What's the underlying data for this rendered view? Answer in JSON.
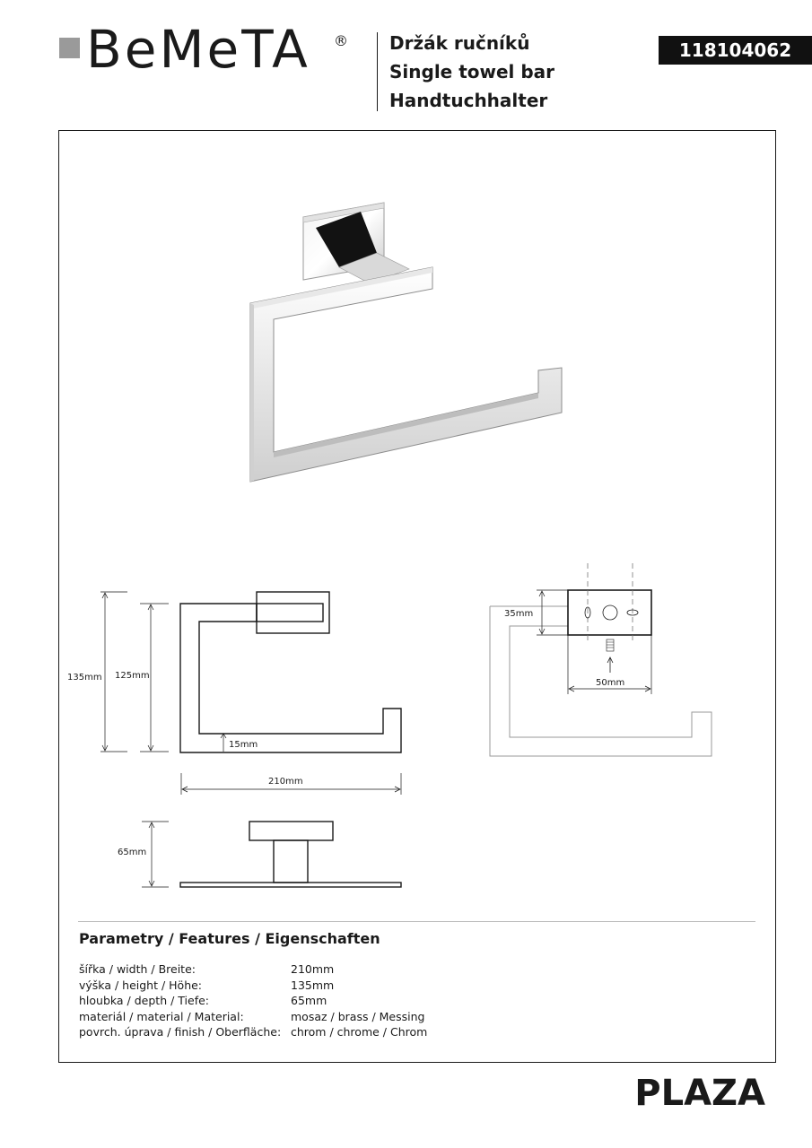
{
  "header": {
    "brand": "BeMeTA",
    "registered_mark": "®",
    "title_lines": [
      "Držák ručníků",
      "Single towel bar",
      "Handtuchhalter"
    ],
    "product_code": "118104062"
  },
  "drawings": {
    "dims": {
      "total_height": "135mm",
      "inner_height": "125mm",
      "bar_thickness": "15mm",
      "width": "210mm",
      "depth": "65mm",
      "mount_height": "35mm",
      "hole_spacing": "50mm"
    }
  },
  "features": {
    "title": "Parametry / Features / Eigenschaften",
    "rows": [
      {
        "label": "šířka / width / Breite:",
        "value": "210mm"
      },
      {
        "label": "výška / height / Höhe:",
        "value": "135mm"
      },
      {
        "label": "hloubka / depth / Tiefe:",
        "value": "65mm"
      },
      {
        "label": "materiál / material / Material:",
        "value": "mosaz / brass / Messing"
      },
      {
        "label": "povrch. úprava / finish / Oberfläche:",
        "value": "chrom / chrome / Chrom"
      }
    ]
  },
  "footer": {
    "series": "PLAZA"
  }
}
